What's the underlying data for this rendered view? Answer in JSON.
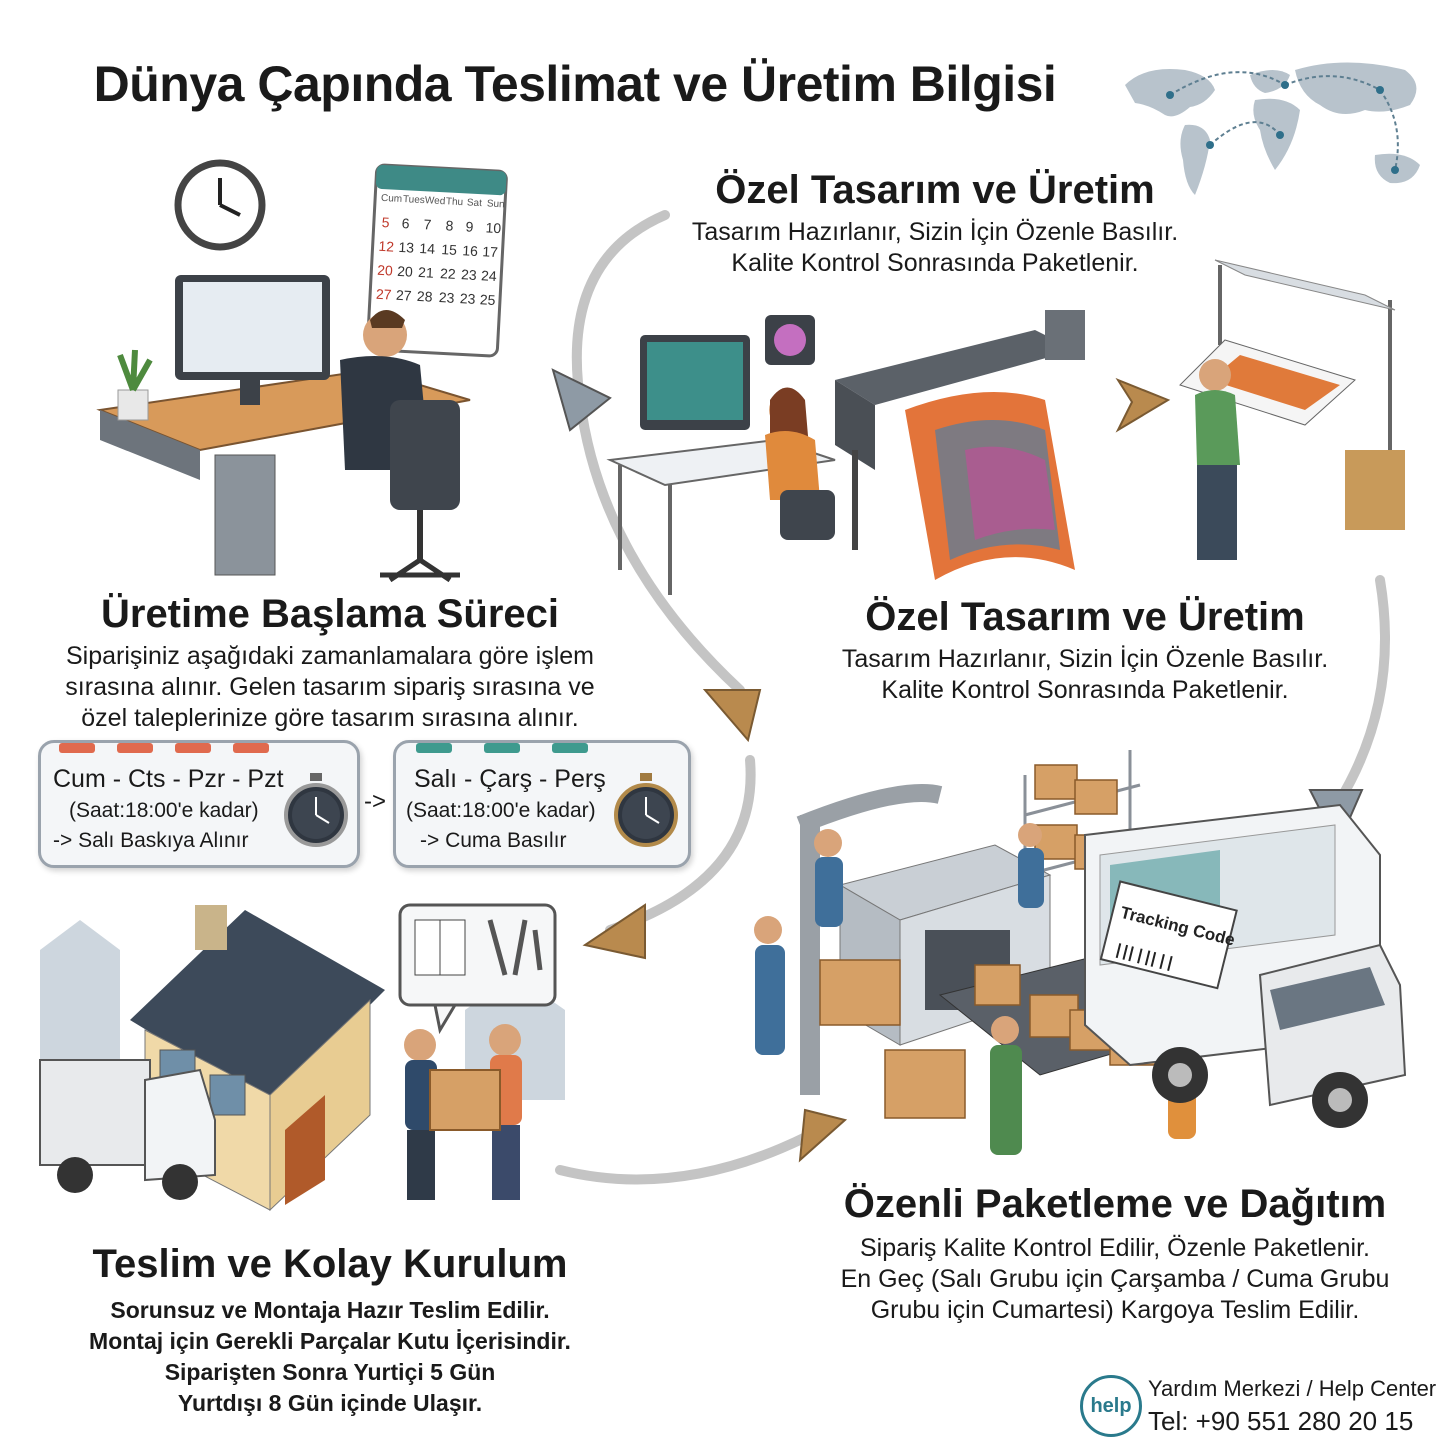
{
  "header": {
    "title": "Dünya Çapında Teslimat ve Üretim Bilgisi"
  },
  "sections": {
    "custom_design_top": {
      "title": "Özel Tasarım ve Üretim",
      "lines": [
        "Tasarım Hazırlanır, Sizin İçin Özenle Basılır.",
        "Kalite Kontrol Sonrasında Paketlenir."
      ]
    },
    "custom_design_mid": {
      "title": "Özel Tasarım ve Üretim",
      "lines": [
        "Tasarım Hazırlanır, Sizin İçin Özenle Basılır.",
        "Kalite Kontrol Sonrasında Paketlenir."
      ]
    },
    "production_start": {
      "title": "Üretime Başlama Süreci",
      "lines": [
        "Siparişiniz aşağıdaki zamanlamalara göre işlem",
        "sırasına alınır. Gelen tasarım sipariş sırasına ve",
        "özel taleplerinize göre tasarım sırasına alınır."
      ]
    },
    "packaging": {
      "title": "Özenli Paketleme ve Dağıtım",
      "lines": [
        "Sipariş Kalite Kontrol Edilir, Özenle Paketlenir.",
        "En Geç (Salı Grubu için Çarşamba / Cuma Grubu",
        "Grubu için Cumartesi) Kargoya Teslim Edilir."
      ]
    },
    "delivery": {
      "title": "Teslim ve Kolay Kurulum",
      "lines": [
        "Sorunsuz ve Montaja Hazır Teslim Edilir.",
        "Montaj için Gerekli Parçalar Kutu İçerisindir.",
        "Siparişten Sonra Yurtiçi 5 Gün",
        "Yurtdışı 8 Gün içinde Ulaşır."
      ]
    }
  },
  "schedule": {
    "group1": {
      "days": "Cum - Cts - Pzr - Pzt",
      "cutoff": "(Saat:18:00'e kadar)",
      "result": "-> Salı Baskıya Alınır"
    },
    "arrow": "->",
    "group2": {
      "days": "Salı - Çarş - Perş",
      "cutoff": "(Saat:18:00'e kadar)",
      "result": "-> Cuma Basılır"
    }
  },
  "calendar": {
    "headers": [
      "Cum",
      "Tues",
      "Wed",
      "Thu",
      "Sat",
      "Sun"
    ],
    "rows": [
      [
        "5",
        "6",
        "7",
        "8",
        "9",
        "10"
      ],
      [
        "12",
        "13",
        "14",
        "15",
        "16",
        "17"
      ],
      [
        "20",
        "20",
        "21",
        "22",
        "23",
        "24"
      ],
      [
        "27",
        "27",
        "28",
        "23",
        "23",
        "25"
      ]
    ]
  },
  "illustration_labels": {
    "tracking": "Tracking Code"
  },
  "help": {
    "badge": "help",
    "label": "Yardım Merkezi / Help Center",
    "phone": "Tel: +90 551 280 20 15"
  },
  "colors": {
    "text": "#1a1a1a",
    "accent_arrow": "#b98a4e",
    "flow_line": "#b9b9b9",
    "box_border": "#9aa3ad",
    "help": "#2a7a8c"
  }
}
